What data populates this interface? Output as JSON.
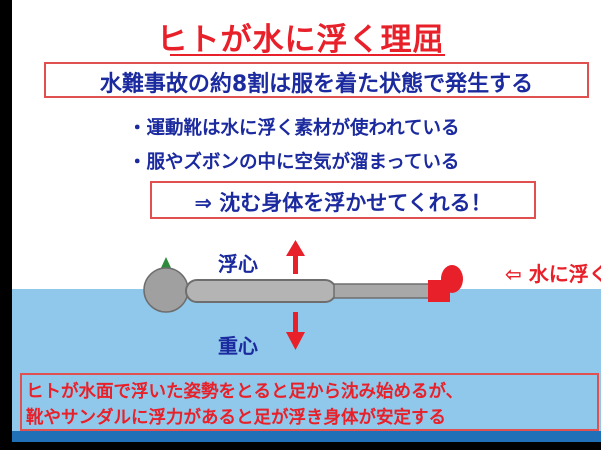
{
  "title": "ヒトが水に浮く理屈",
  "subtitle": "水難事故の約8割は服を着た状態で発生する",
  "bullets": [
    "・運動靴は水に浮く素材が使われている",
    "・服やズボンの中に空気が溜まっている"
  ],
  "result": "⇒ 沈む身体を浮かせてくれる！",
  "labels": {
    "buoyancy_center": "浮心",
    "center_of_gravity": "重心",
    "shoe_note": "⇦ 水に浮く"
  },
  "explanation": [
    "ヒトが水面で浮いた姿勢をとると足から沈み始めるが、",
    "靴やサンダルに浮力があると足が浮き身体が安定する"
  ],
  "colors": {
    "title_red": "#e8202a",
    "text_blue": "#1b2a9e",
    "water": "#8fc8ea",
    "water_deep": "#2070b8",
    "body_gray": "#9a9a9a",
    "shoe_red": "#e8202a"
  }
}
